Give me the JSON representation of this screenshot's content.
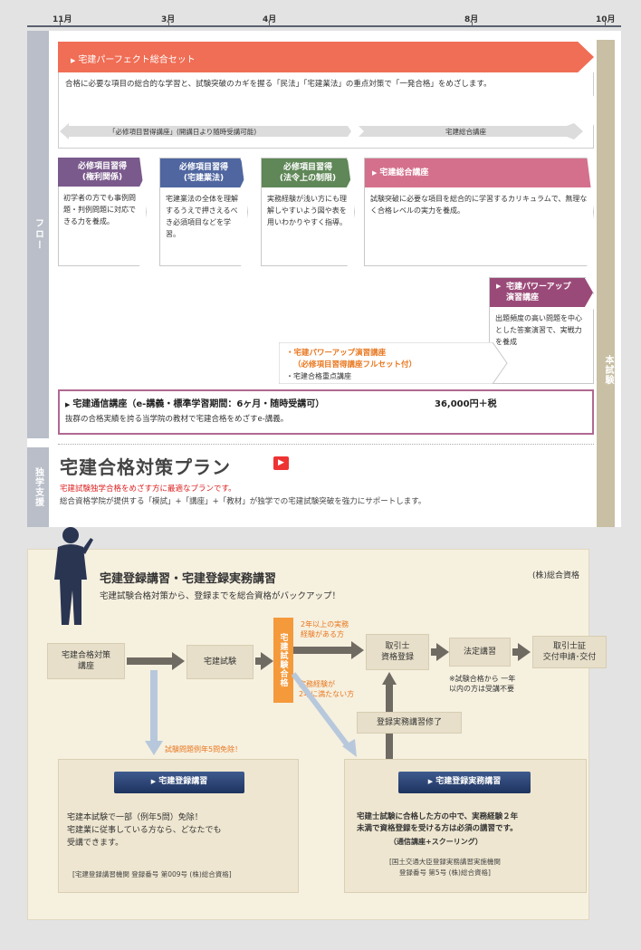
{
  "timeline": {
    "months": [
      "11月",
      "3月",
      "4月",
      "8月",
      "10月"
    ]
  },
  "sidebars": {
    "flow": "フロー",
    "support": "独学支援",
    "exam": "本試験"
  },
  "banner": {
    "title": "宅建パーフェクト総合セット",
    "description": "合格に必要な項目の総合的な学習と、試験突破のカギを握る「民法」「宅建業法」の重点対策で「一発合格」をめざします。",
    "arrow_left": "「必修項目習得講座」(開講日より随時受講可能)",
    "arrow_right": "宅建総合講座"
  },
  "cards": [
    {
      "title": "必修項目習得\n(権利関係)",
      "body": "初学者の方でも事例問題・判例問題に対応できる力を養成。",
      "color": "#7a5a8c"
    },
    {
      "title": "必修項目習得\n(宅建業法)",
      "body": "宅建業法の全体を理解するうえで押さえるべき必須項目などを学習。",
      "color": "#4f66a0"
    },
    {
      "title": "必修項目習得\n(法令上の制限)",
      "body": "実務経験が浅い方にも理解しやすいよう図や表を用いわかりやすく指導。",
      "color": "#5f8757"
    },
    {
      "title": "宅建総合講座",
      "body": "試験突破に必要な項目を総合的に学習するカリキュラムで、無理なく合格レベルの実力を養成。",
      "color": "#d4708c"
    }
  ],
  "powerup": {
    "title": "宅建パワーアップ\n演習講座",
    "body": "出題頻度の高い問題を中心とした答案演習で、実戦力を養成"
  },
  "fullset": {
    "line1": "・宅建パワーアップ演習講座",
    "line2": "（必修項目習得講座フルセット付）",
    "line3": "・宅建合格重点講座"
  },
  "tsushin": {
    "title": "宅建通信講座（e-講義・標準学習期間：6ヶ月・随時受講可）",
    "price": "36,000円＋税",
    "body": "抜群の合格実績を誇る当学院の教材で宅建合格をめざすe-講義。"
  },
  "plan": {
    "title": "宅建合格対策プラン",
    "red": "宅建試験独学合格をめざす方に最適なプランです。",
    "gray": "総合資格学院が提供する「模試」+「講座」+「教材」が独学での宅建試験突破を強力にサポートします。"
  },
  "lower": {
    "title": "宅建登録講習・宅建登録実務講習",
    "company": "(株)総合資格",
    "subtitle": "宅建試験合格対策から、登録までを総合資格がバックアップ！",
    "box_course": "宅建合格対策\n講座",
    "box_exam": "宅建試験",
    "box_pass": "宅建試験合格",
    "exp_2plus": "2年以上の実務\n経験がある方",
    "exp_less": "実務経験が\n2年に満たない方",
    "box_register": "取引士\n資格登録",
    "box_hotei": "法定講習",
    "box_card": "取引士証\n交付申請･交付",
    "note_hotei": "※試験合格から 一年\n以内の方は受講不要",
    "box_jitsumu_done": "登録実務講習修了",
    "exemption": "試験問題例年5問免除！",
    "left_btn": "宅建登録講習",
    "left_body": "宅建本試験で一部（例年5問）免除！\n宅建業に従事している方なら、どなたでも\n受講できます。",
    "left_note": "[宅建登録講習機関 登録番号 第009号 (株)総合資格]",
    "right_btn": "宅建登録実務講習",
    "right_body": "宅建士試験に合格した方の中で、実務経験２年\n未満で資格登録を受ける方は必須の講習です。",
    "right_sub": "（通信講座+スクーリング）",
    "right_note": "[国土交通大臣登録実務講習実施機関\n登録番号 第5号 (株)総合資格]"
  }
}
